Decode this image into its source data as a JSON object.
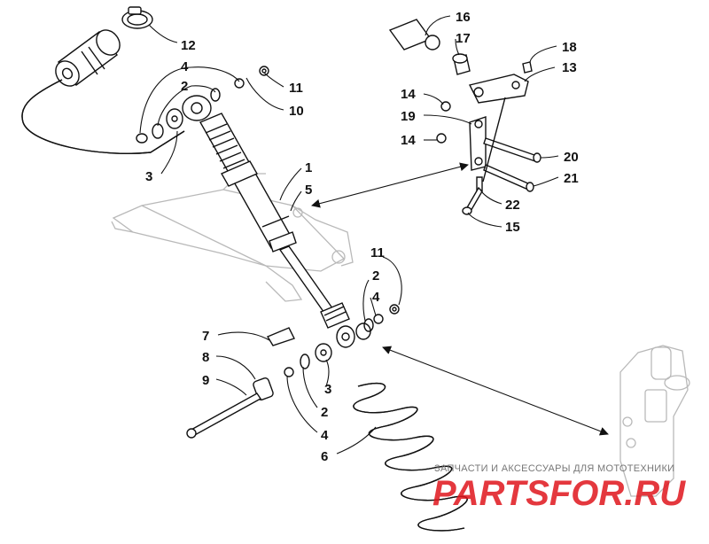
{
  "diagram": {
    "callouts": [
      "12",
      "4",
      "2",
      "11",
      "10",
      "3",
      "16",
      "17",
      "18",
      "13",
      "14",
      "19",
      "14",
      "20",
      "21",
      "22",
      "15",
      "1",
      "5",
      "11",
      "2",
      "4",
      "7",
      "8",
      "9",
      "3",
      "2",
      "4",
      "6"
    ]
  },
  "watermark": {
    "caption": "ЗАПЧАСТИ И АКСЕССУАРЫ ДЛЯ МОТОТЕХНИКИ",
    "brand": "PARTSFOR.RU",
    "brand_color": "#e0161d"
  }
}
